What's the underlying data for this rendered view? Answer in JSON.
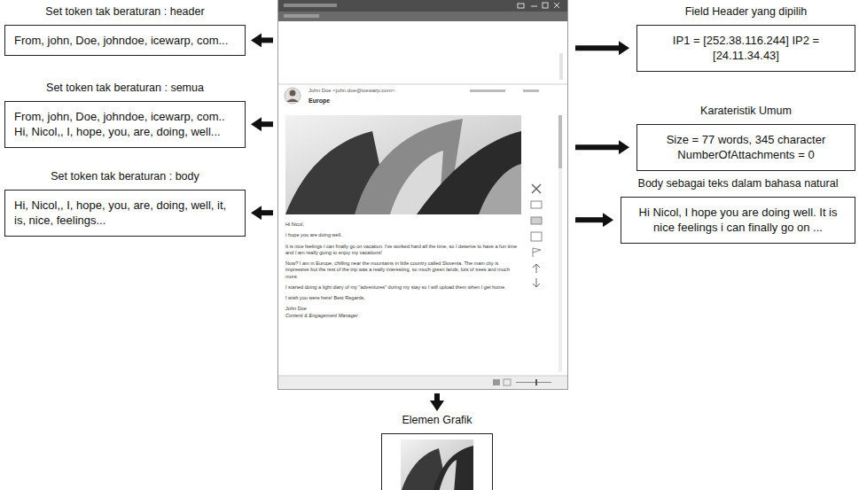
{
  "diagram": {
    "nodes": [
      {
        "text": [
          "John Doe <john.doe@icewarp.com>",
          "Europe",
          "Hi Nicol,",
          "I hope you are doing well.",
          "It is nice feelings I can finally go on vacation. I've worked hard all the time, so I deserve to have a fun time and I am really going to enjoy my vacations!",
          "Now? I am in Europe, chilling near the mountains in little country called Slovenia. The main city is impressive but the rest of the trip was a really interesting, so much green lands, lots of trees and much more.",
          "I started doing a light diary of my \"adventures\" during my stay so I will upload them when I get home.",
          "I wish you were here! Best Regards,",
          "John Doe",
          "Content & Engagement Manager"
        ]
      },
      {
        "text": [
          "Set token tak beraturan : header",
          "From, john, Doe, johndoe, icewarp, com..."
        ]
      },
      {
        "text": [
          "Set token tak beraturan : semua",
          "From, john, Doe, johndoe, icewarp, com.. Hi, Nicol,, I, hope, you, are, doing, well..."
        ]
      },
      {
        "text": [
          "Set token tak beraturan : body",
          "Hi, Nicol,, I, hope, you, are, doing, well, it, is, nice, feelings..."
        ]
      },
      {
        "text": [
          "Field Header yang dipilih",
          "IP1 = [252.38.116.244] IP2 = [24.11.34.43]"
        ]
      },
      {
        "text": [
          "Karateristik Umum",
          "Size = 77 words, 345 character NumberOfAttachments = 0"
        ]
      },
      {
        "text": [
          "Body sebagai teks dalam bahasa natural",
          "Hi Nicol, I hope you are doing well. It is nice feelings i can finally go on ..."
        ]
      },
      {
        "text": [
          "Elemen Grafik"
        ]
      }
    ],
    "edges": [
      {
        "from": 0,
        "to": 1,
        "arrow": "to"
      },
      {
        "from": 0,
        "to": 2,
        "arrow": "to"
      },
      {
        "from": 0,
        "to": 3,
        "arrow": "to"
      },
      {
        "from": 0,
        "to": 4,
        "arrow": "to"
      },
      {
        "from": 0,
        "to": 5,
        "arrow": "to"
      },
      {
        "from": 0,
        "to": 6,
        "arrow": "to"
      },
      {
        "from": 0,
        "to": 7,
        "arrow": "to"
      }
    ]
  }
}
